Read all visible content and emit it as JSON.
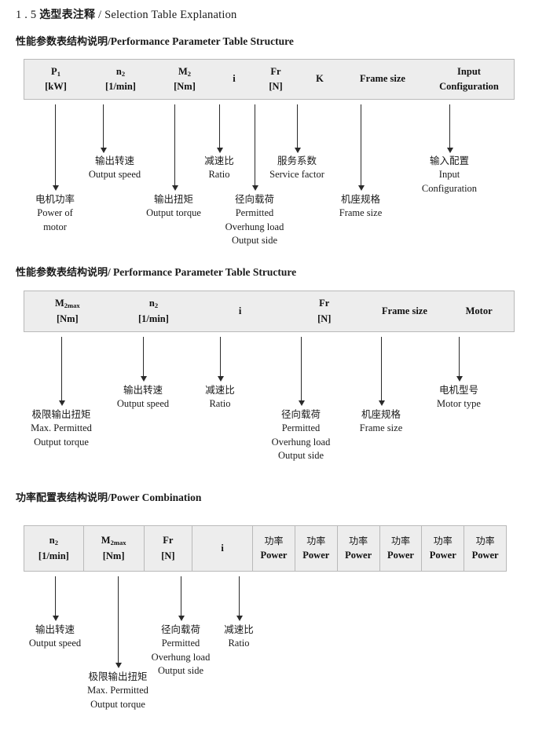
{
  "document": {
    "section_number": "1 . 5",
    "section_title_cn": "选型表注释",
    "section_title_sep": "/",
    "section_title_en": "Selection Table Explanation"
  },
  "sections": [
    {
      "heading_cn": "性能参数表结构说明",
      "heading_sep": "/",
      "heading_en": "Performance Parameter Table Structure",
      "table": {
        "divided": false,
        "columns": [
          {
            "symbol": "P",
            "sub": "1",
            "unit": "[kW]"
          },
          {
            "symbol": "n",
            "sub": "2",
            "unit": "[1/min]"
          },
          {
            "symbol": "M",
            "sub": "2",
            "unit": "[Nm]"
          },
          {
            "symbol": "i",
            "sub": "",
            "unit": ""
          },
          {
            "symbol": "Fr",
            "sub": "",
            "unit": "[N]"
          },
          {
            "symbol": "K",
            "sub": "",
            "unit": ""
          },
          {
            "symbol": "Frame size",
            "sub": "",
            "unit": ""
          },
          {
            "symbol": "Input",
            "sub": "",
            "unit": "Configuration"
          }
        ]
      },
      "annotations": [
        {
          "cn": "电机功率",
          "en": [
            "Power of",
            "motor"
          ]
        },
        {
          "cn": "输出转速",
          "en": [
            "Output speed"
          ]
        },
        {
          "cn": "输出扭矩",
          "en": [
            "Output torque"
          ]
        },
        {
          "cn": "减速比",
          "en": [
            "Ratio"
          ]
        },
        {
          "cn": "径向载荷",
          "en": [
            "Permitted",
            "Overhung load",
            "Output side"
          ]
        },
        {
          "cn": "服务系数",
          "en": [
            "Service factor"
          ]
        },
        {
          "cn": "机座规格",
          "en": [
            "Frame size"
          ]
        },
        {
          "cn": "输入配置",
          "en": [
            "Input",
            "Configuration"
          ]
        }
      ]
    },
    {
      "heading_cn": "性能参数表结构说明",
      "heading_sep": "/",
      "heading_en": "Performance Parameter Table Structure",
      "table": {
        "divided": false,
        "columns": [
          {
            "symbol": "M",
            "sub": "2max",
            "unit": "[Nm]"
          },
          {
            "symbol": "n",
            "sub": "2",
            "unit": "[1/min]"
          },
          {
            "symbol": "i",
            "sub": "",
            "unit": ""
          },
          {
            "symbol": "Fr",
            "sub": "",
            "unit": "[N]"
          },
          {
            "symbol": "Frame size",
            "sub": "",
            "unit": ""
          },
          {
            "symbol": "Motor",
            "sub": "",
            "unit": ""
          }
        ]
      },
      "annotations": [
        {
          "cn": "极限输出扭矩",
          "en": [
            "Max. Permitted",
            "Output  torque"
          ]
        },
        {
          "cn": "输出转速",
          "en": [
            "Output speed"
          ]
        },
        {
          "cn": "减速比",
          "en": [
            "Ratio"
          ]
        },
        {
          "cn": "径向载荷",
          "en": [
            "Permitted",
            "Overhung load",
            "Output side"
          ]
        },
        {
          "cn": "机座规格",
          "en": [
            "Frame size"
          ]
        },
        {
          "cn": "电机型号",
          "en": [
            "Motor type"
          ]
        }
      ]
    },
    {
      "heading_cn": "功率配置表结构说明",
      "heading_sep": "/",
      "heading_en": "Power Combination",
      "table": {
        "divided": true,
        "columns": [
          {
            "symbol": "n",
            "sub": "2",
            "unit": "[1/min]"
          },
          {
            "symbol": "M",
            "sub": "2max",
            "unit": "[Nm]"
          },
          {
            "symbol": "Fr",
            "sub": "",
            "unit": "[N]"
          },
          {
            "symbol": "i",
            "sub": "",
            "unit": ""
          },
          {
            "cn": "功率",
            "unit": "Power"
          },
          {
            "cn": "功率",
            "unit": "Power"
          },
          {
            "cn": "功率",
            "unit": "Power"
          },
          {
            "cn": "功率",
            "unit": "Power"
          },
          {
            "cn": "功率",
            "unit": "Power"
          },
          {
            "cn": "功率",
            "unit": "Power"
          }
        ]
      },
      "annotations": [
        {
          "cn": "输出转速",
          "en": [
            "Output speed"
          ]
        },
        {
          "cn": "极限输出扭矩",
          "en": [
            "Max. Permitted",
            "Output  torque"
          ]
        },
        {
          "cn": "径向载荷",
          "en": [
            "Permitted",
            "Overhung load",
            "Output side"
          ]
        },
        {
          "cn": "减速比",
          "en": [
            "Ratio"
          ]
        }
      ]
    }
  ],
  "colors": {
    "table_fill": "#ededed",
    "table_border": "#b9b9b9",
    "arrow": "#2a2a2a",
    "text": "#1a1a1a"
  }
}
